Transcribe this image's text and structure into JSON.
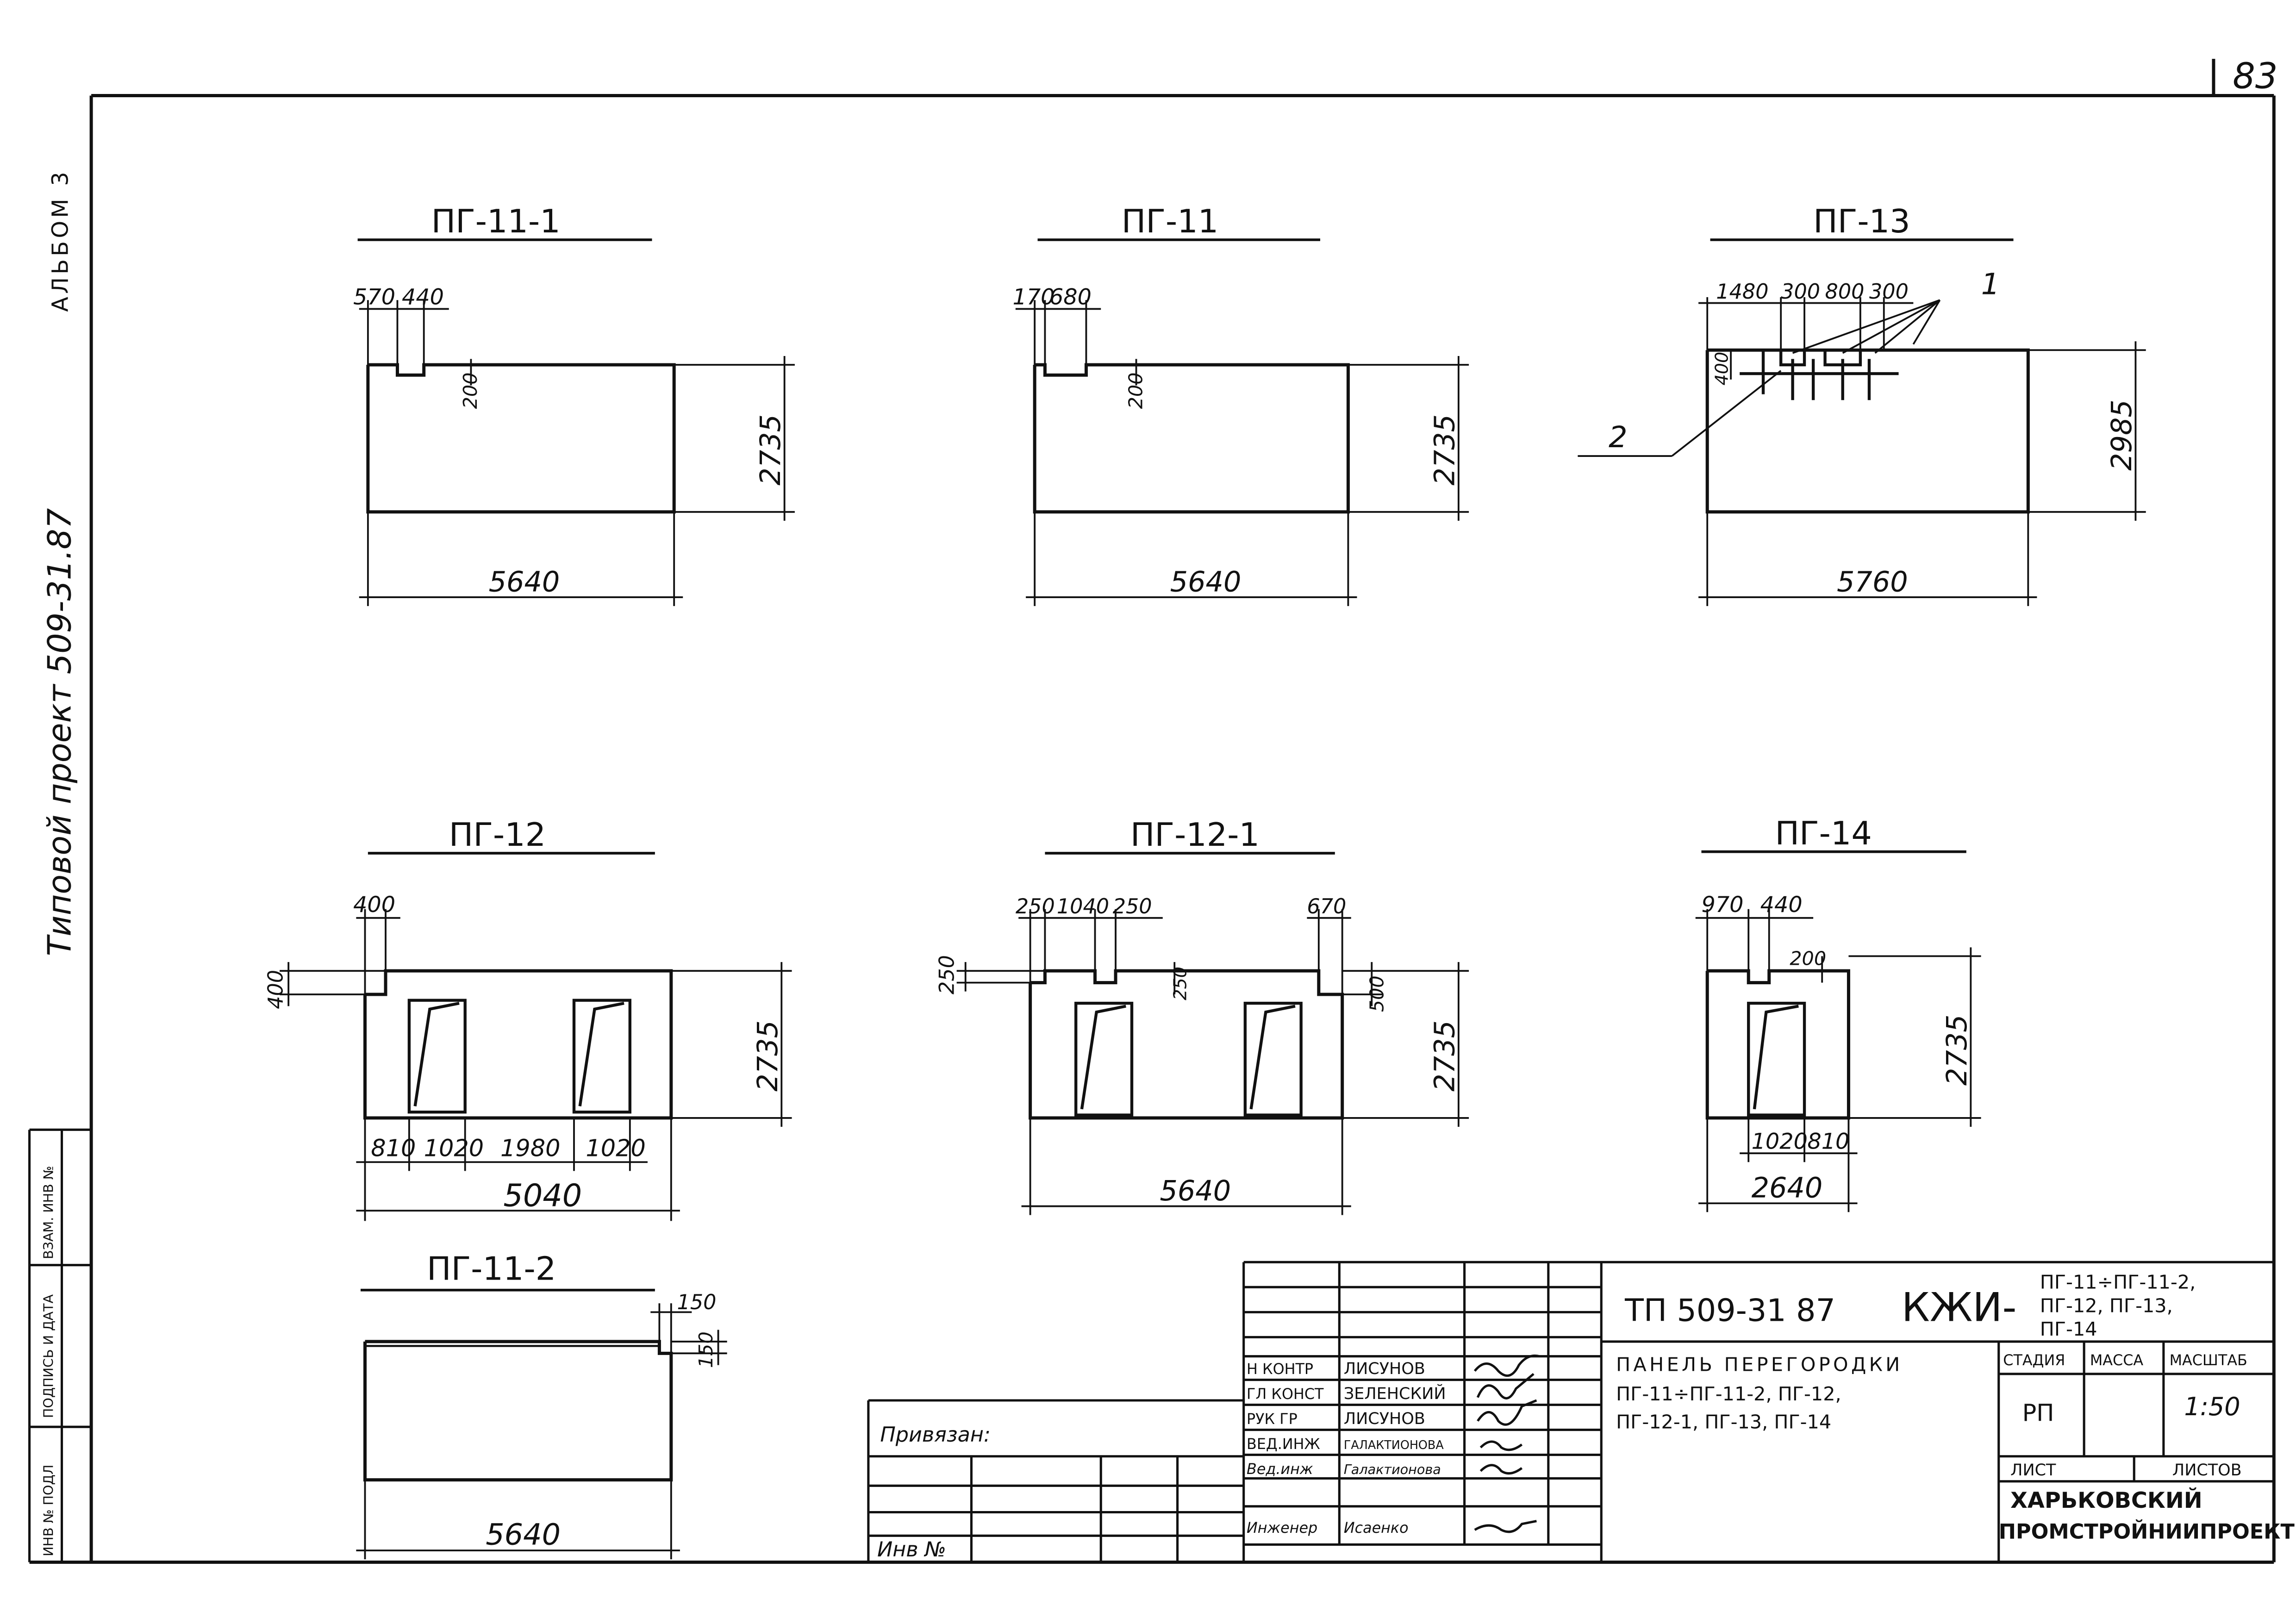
{
  "page_number": "83",
  "side_margin": {
    "album": "АЛЬБОМ 3",
    "project": "Типовой проект 509-31.87",
    "stamp_cells": [
      "ИНВ № ПОДЛ",
      "ПОДПИСЬ И ДАТА",
      "ВЗАМ. ИНВ №"
    ]
  },
  "panels": {
    "pg11_1": {
      "title": "ПГ-11-1",
      "top": [
        "570",
        "440"
      ],
      "notch": "200",
      "height": "2735",
      "width": "5640"
    },
    "pg11": {
      "title": "ПГ-11",
      "top": [
        "170",
        "680"
      ],
      "notch": "200",
      "height": "2735",
      "width": "5640"
    },
    "pg13": {
      "title": "ПГ-13",
      "top": [
        "1480",
        "300",
        "800",
        "300"
      ],
      "notch": "400",
      "height": "2985",
      "width": "5760",
      "callout_1": "1",
      "callout_2": "2"
    },
    "pg12": {
      "title": "ПГ-12",
      "top": [
        "400"
      ],
      "side": "400",
      "bottom": [
        "810",
        "1020",
        "1980",
        "1020"
      ],
      "height": "2735",
      "width": "5040"
    },
    "pg12_1": {
      "title": "ПГ-12-1",
      "top": [
        "250",
        "1040",
        "250",
        "670"
      ],
      "side": "250",
      "notch": "250",
      "notch_right": "500",
      "height": "2735",
      "width": "5640"
    },
    "pg14": {
      "title": "ПГ-14",
      "top": [
        "970",
        "440"
      ],
      "notch": "200",
      "bottom": [
        "1020",
        "810"
      ],
      "height": "2735",
      "width": "2640"
    },
    "pg11_2": {
      "title": "ПГ-11-2",
      "top": [
        "150"
      ],
      "side": "150",
      "width": "5640"
    }
  },
  "title_block": {
    "doc_code": "ТП 509-31 87",
    "mark": "КЖИ-",
    "mark_items": [
      "ПГ-11÷ПГ-11-2,",
      "ПГ-12, ПГ-13,",
      "ПГ-14"
    ],
    "description": [
      "ПАНЕЛЬ ПЕРЕГОРОДКИ",
      "ПГ-11÷ПГ-11-2, ПГ-12,",
      "ПГ-12-1, ПГ-13, ПГ-14"
    ],
    "headers": {
      "stage": "СТАДИЯ",
      "mass": "МАССА",
      "scale": "МАСШТАБ"
    },
    "values": {
      "stage": "РП",
      "scale": "1:50"
    },
    "sheet_label": "ЛИСТ",
    "sheets_label": "ЛИСТОВ",
    "org": [
      "ХАРЬКОВСКИЙ",
      "ПРОМСТРОЙНИИПРОЕКТ"
    ],
    "roles": [
      {
        "role": "Н КОНТР",
        "name": "ЛИСУНОВ"
      },
      {
        "role": "ГЛ КОНСТ",
        "name": "ЗЕЛЕНСКИЙ"
      },
      {
        "role": "РУК ГР",
        "name": "ЛИСУНОВ"
      },
      {
        "role": "ВЕД.ИНЖ",
        "name": "ГАЛАКТИОНОВА"
      },
      {
        "role": "Вед.инж",
        "name": "Галактионова"
      },
      {
        "role": "Инженер",
        "name": "Исаенко"
      }
    ],
    "bound": "Привязан:",
    "inv_no": "Инв №"
  }
}
